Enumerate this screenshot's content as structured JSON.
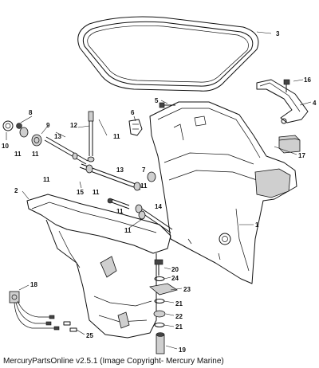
{
  "caption": "MercuryPartsOnline v2.5.1 (Image Copyright- Mercury Marine)",
  "callouts": {
    "c1": "1",
    "c2": "2",
    "c3": "3",
    "c4": "4",
    "c5": "5",
    "c6": "6",
    "c7": "7",
    "c8": "8",
    "c9": "9",
    "c10": "10",
    "c11a": "11",
    "c11b": "11",
    "c11c": "11",
    "c11d": "11",
    "c11e": "11",
    "c11f": "11",
    "c11g": "11",
    "c12": "12",
    "c13a": "13",
    "c13b": "13",
    "c14": "14",
    "c15": "15",
    "c16": "16",
    "c17": "17",
    "c18": "18",
    "c19": "19",
    "c20": "20",
    "c21a": "21",
    "c21b": "21",
    "c22": "22",
    "c23": "23",
    "c24": "24",
    "c25": "25"
  }
}
